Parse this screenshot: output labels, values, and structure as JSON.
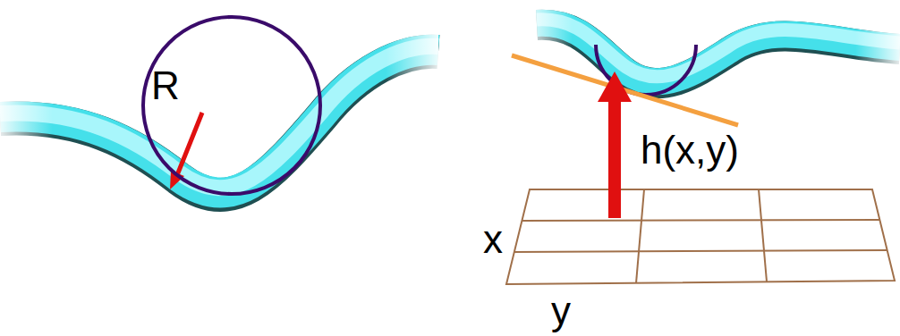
{
  "diagram": {
    "nodes": [
      {
        "text": [
          "R"
        ]
      }
    ],
    "labels": [
      "h(x,y)",
      "x",
      "y"
    ]
  }
}
